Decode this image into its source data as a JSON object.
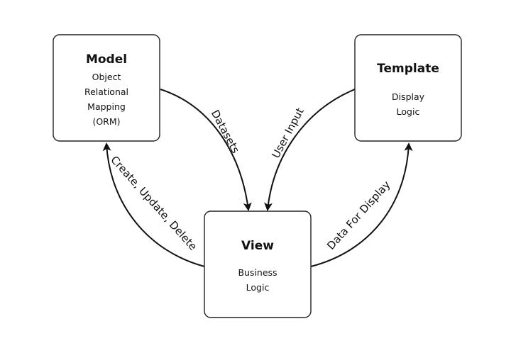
{
  "nodes": {
    "model": {
      "title": "Model",
      "lines": [
        "Object",
        "Relational",
        "Mapping",
        "(ORM)"
      ]
    },
    "template": {
      "title": "Template",
      "lines": [
        "Display",
        "Logic"
      ]
    },
    "view": {
      "title": "View",
      "lines": [
        "Business",
        "Logic"
      ]
    }
  },
  "edges": {
    "model_to_view": "Datasets",
    "template_to_view": "User Input",
    "view_to_model": "Create, Update, Delete",
    "view_to_template": "Data For Display"
  }
}
